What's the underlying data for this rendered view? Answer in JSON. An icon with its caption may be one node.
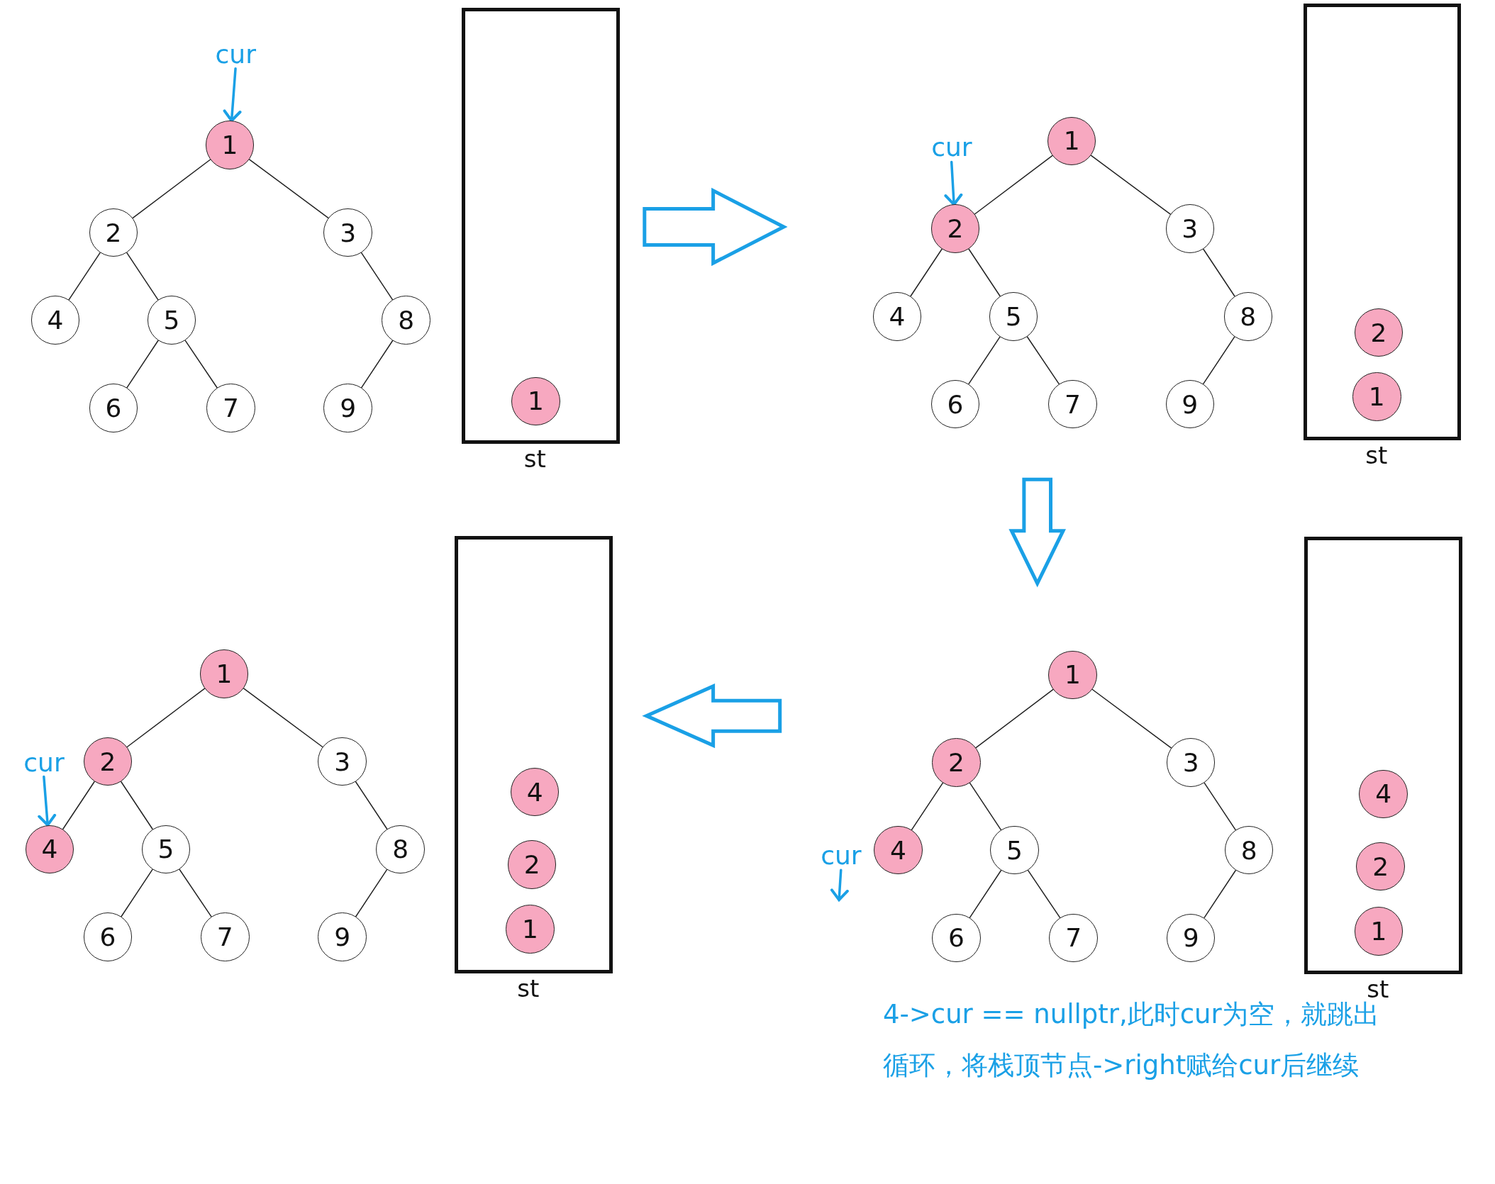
{
  "diagram": {
    "nodes": [
      {
        "text": [
          "cur"
        ]
      },
      {
        "text": [
          "1"
        ]
      },
      {
        "text": [
          "2"
        ]
      },
      {
        "text": [
          "3"
        ]
      },
      {
        "text": [
          "4"
        ]
      },
      {
        "text": [
          "5"
        ]
      },
      {
        "text": [
          "8"
        ]
      },
      {
        "text": [
          "6"
        ]
      },
      {
        "text": [
          "7"
        ]
      },
      {
        "text": [
          "9"
        ]
      },
      {
        "text": [],
        "shape": "box",
        "beside": [
          "st"
        ]
      },
      {
        "text": [
          "1"
        ],
        "in": 10
      },
      {
        "text": [
          "cur"
        ]
      },
      {
        "text": [
          "1"
        ]
      },
      {
        "text": [
          "2"
        ]
      },
      {
        "text": [
          "3"
        ]
      },
      {
        "text": [
          "4"
        ]
      },
      {
        "text": [
          "5"
        ]
      },
      {
        "text": [
          "8"
        ]
      },
      {
        "text": [
          "6"
        ]
      },
      {
        "text": [
          "7"
        ]
      },
      {
        "text": [
          "9"
        ]
      },
      {
        "text": [],
        "shape": "box",
        "beside": [
          "st"
        ]
      },
      {
        "text": [
          "2"
        ],
        "in": 22
      },
      {
        "text": [
          "1"
        ],
        "in": 22
      },
      {
        "text": [
          "cur"
        ]
      },
      {
        "text": [
          "1"
        ]
      },
      {
        "text": [
          "2"
        ]
      },
      {
        "text": [
          "3"
        ]
      },
      {
        "text": [
          "4"
        ]
      },
      {
        "text": [
          "5"
        ]
      },
      {
        "text": [
          "8"
        ]
      },
      {
        "text": [
          "6"
        ]
      },
      {
        "text": [
          "7"
        ]
      },
      {
        "text": [
          "9"
        ]
      },
      {
        "text": [],
        "shape": "box",
        "beside": [
          "st"
        ]
      },
      {
        "text": [
          "4"
        ],
        "in": 35
      },
      {
        "text": [
          "2"
        ],
        "in": 35
      },
      {
        "text": [
          "1"
        ],
        "in": 35
      },
      {
        "text": [
          "cur"
        ]
      },
      {
        "text": [
          "1"
        ]
      },
      {
        "text": [
          "2"
        ]
      },
      {
        "text": [
          "3"
        ]
      },
      {
        "text": [
          "4"
        ]
      },
      {
        "text": [
          "5"
        ]
      },
      {
        "text": [
          "8"
        ]
      },
      {
        "text": [
          "6"
        ]
      },
      {
        "text": [
          "7"
        ]
      },
      {
        "text": [
          "9"
        ]
      },
      {
        "text": [],
        "shape": "box",
        "beside": [
          "st"
        ]
      },
      {
        "text": [
          "4"
        ],
        "in": 49
      },
      {
        "text": [
          "2"
        ],
        "in": 49
      },
      {
        "text": [
          "1"
        ],
        "in": 49
      }
    ],
    "edges": [
      {
        "from": 0,
        "to": 1,
        "arrow": "to",
        "color": "#1aa0e6"
      },
      {
        "from": 1,
        "to": 2,
        "arrow": "none"
      },
      {
        "from": 1,
        "to": 3,
        "arrow": "none"
      },
      {
        "from": 2,
        "to": 4,
        "arrow": "none"
      },
      {
        "from": 2,
        "to": 5,
        "arrow": "none"
      },
      {
        "from": 3,
        "to": 6,
        "arrow": "none"
      },
      {
        "from": 5,
        "to": 7,
        "arrow": "none"
      },
      {
        "from": 5,
        "to": 8,
        "arrow": "none"
      },
      {
        "from": 6,
        "to": 9,
        "arrow": "none"
      },
      {
        "from": 12,
        "to": 14,
        "arrow": "to",
        "color": "#1aa0e6"
      },
      {
        "from": 13,
        "to": 14,
        "arrow": "none"
      },
      {
        "from": 13,
        "to": 15,
        "arrow": "none"
      },
      {
        "from": 14,
        "to": 16,
        "arrow": "none"
      },
      {
        "from": 14,
        "to": 17,
        "arrow": "none"
      },
      {
        "from": 15,
        "to": 18,
        "arrow": "none"
      },
      {
        "from": 17,
        "to": 19,
        "arrow": "none"
      },
      {
        "from": 17,
        "to": 20,
        "arrow": "none"
      },
      {
        "from": 18,
        "to": 21,
        "arrow": "none"
      },
      {
        "from": 25,
        "to": 29,
        "arrow": "to",
        "color": "#1aa0e6"
      },
      {
        "from": 26,
        "to": 27,
        "arrow": "none"
      },
      {
        "from": 26,
        "to": 28,
        "arrow": "none"
      },
      {
        "from": 27,
        "to": 29,
        "arrow": "none"
      },
      {
        "from": 27,
        "to": 30,
        "arrow": "none"
      },
      {
        "from": 28,
        "to": 31,
        "arrow": "none"
      },
      {
        "from": 30,
        "to": 32,
        "arrow": "none"
      },
      {
        "from": 30,
        "to": 33,
        "arrow": "none"
      },
      {
        "from": 31,
        "to": 34,
        "arrow": "none"
      },
      {
        "from": 39,
        "to": null,
        "arrow": "to",
        "color": "#1aa0e6"
      },
      {
        "from": 40,
        "to": 41,
        "arrow": "none"
      },
      {
        "from": 40,
        "to": 42,
        "arrow": "none"
      },
      {
        "from": 41,
        "to": 43,
        "arrow": "none"
      },
      {
        "from": 41,
        "to": 44,
        "arrow": "none"
      },
      {
        "from": 42,
        "to": 45,
        "arrow": "none"
      },
      {
        "from": 44,
        "to": 46,
        "arrow": "none"
      },
      {
        "from": 44,
        "to": 47,
        "arrow": "none"
      },
      {
        "from": 45,
        "to": 48,
        "arrow": "none"
      }
    ],
    "labels": [
      "4->cur == nullptr,此时cur为空，就跳出循环，将栈顶节点->right赋给cur后继续"
    ]
  }
}
